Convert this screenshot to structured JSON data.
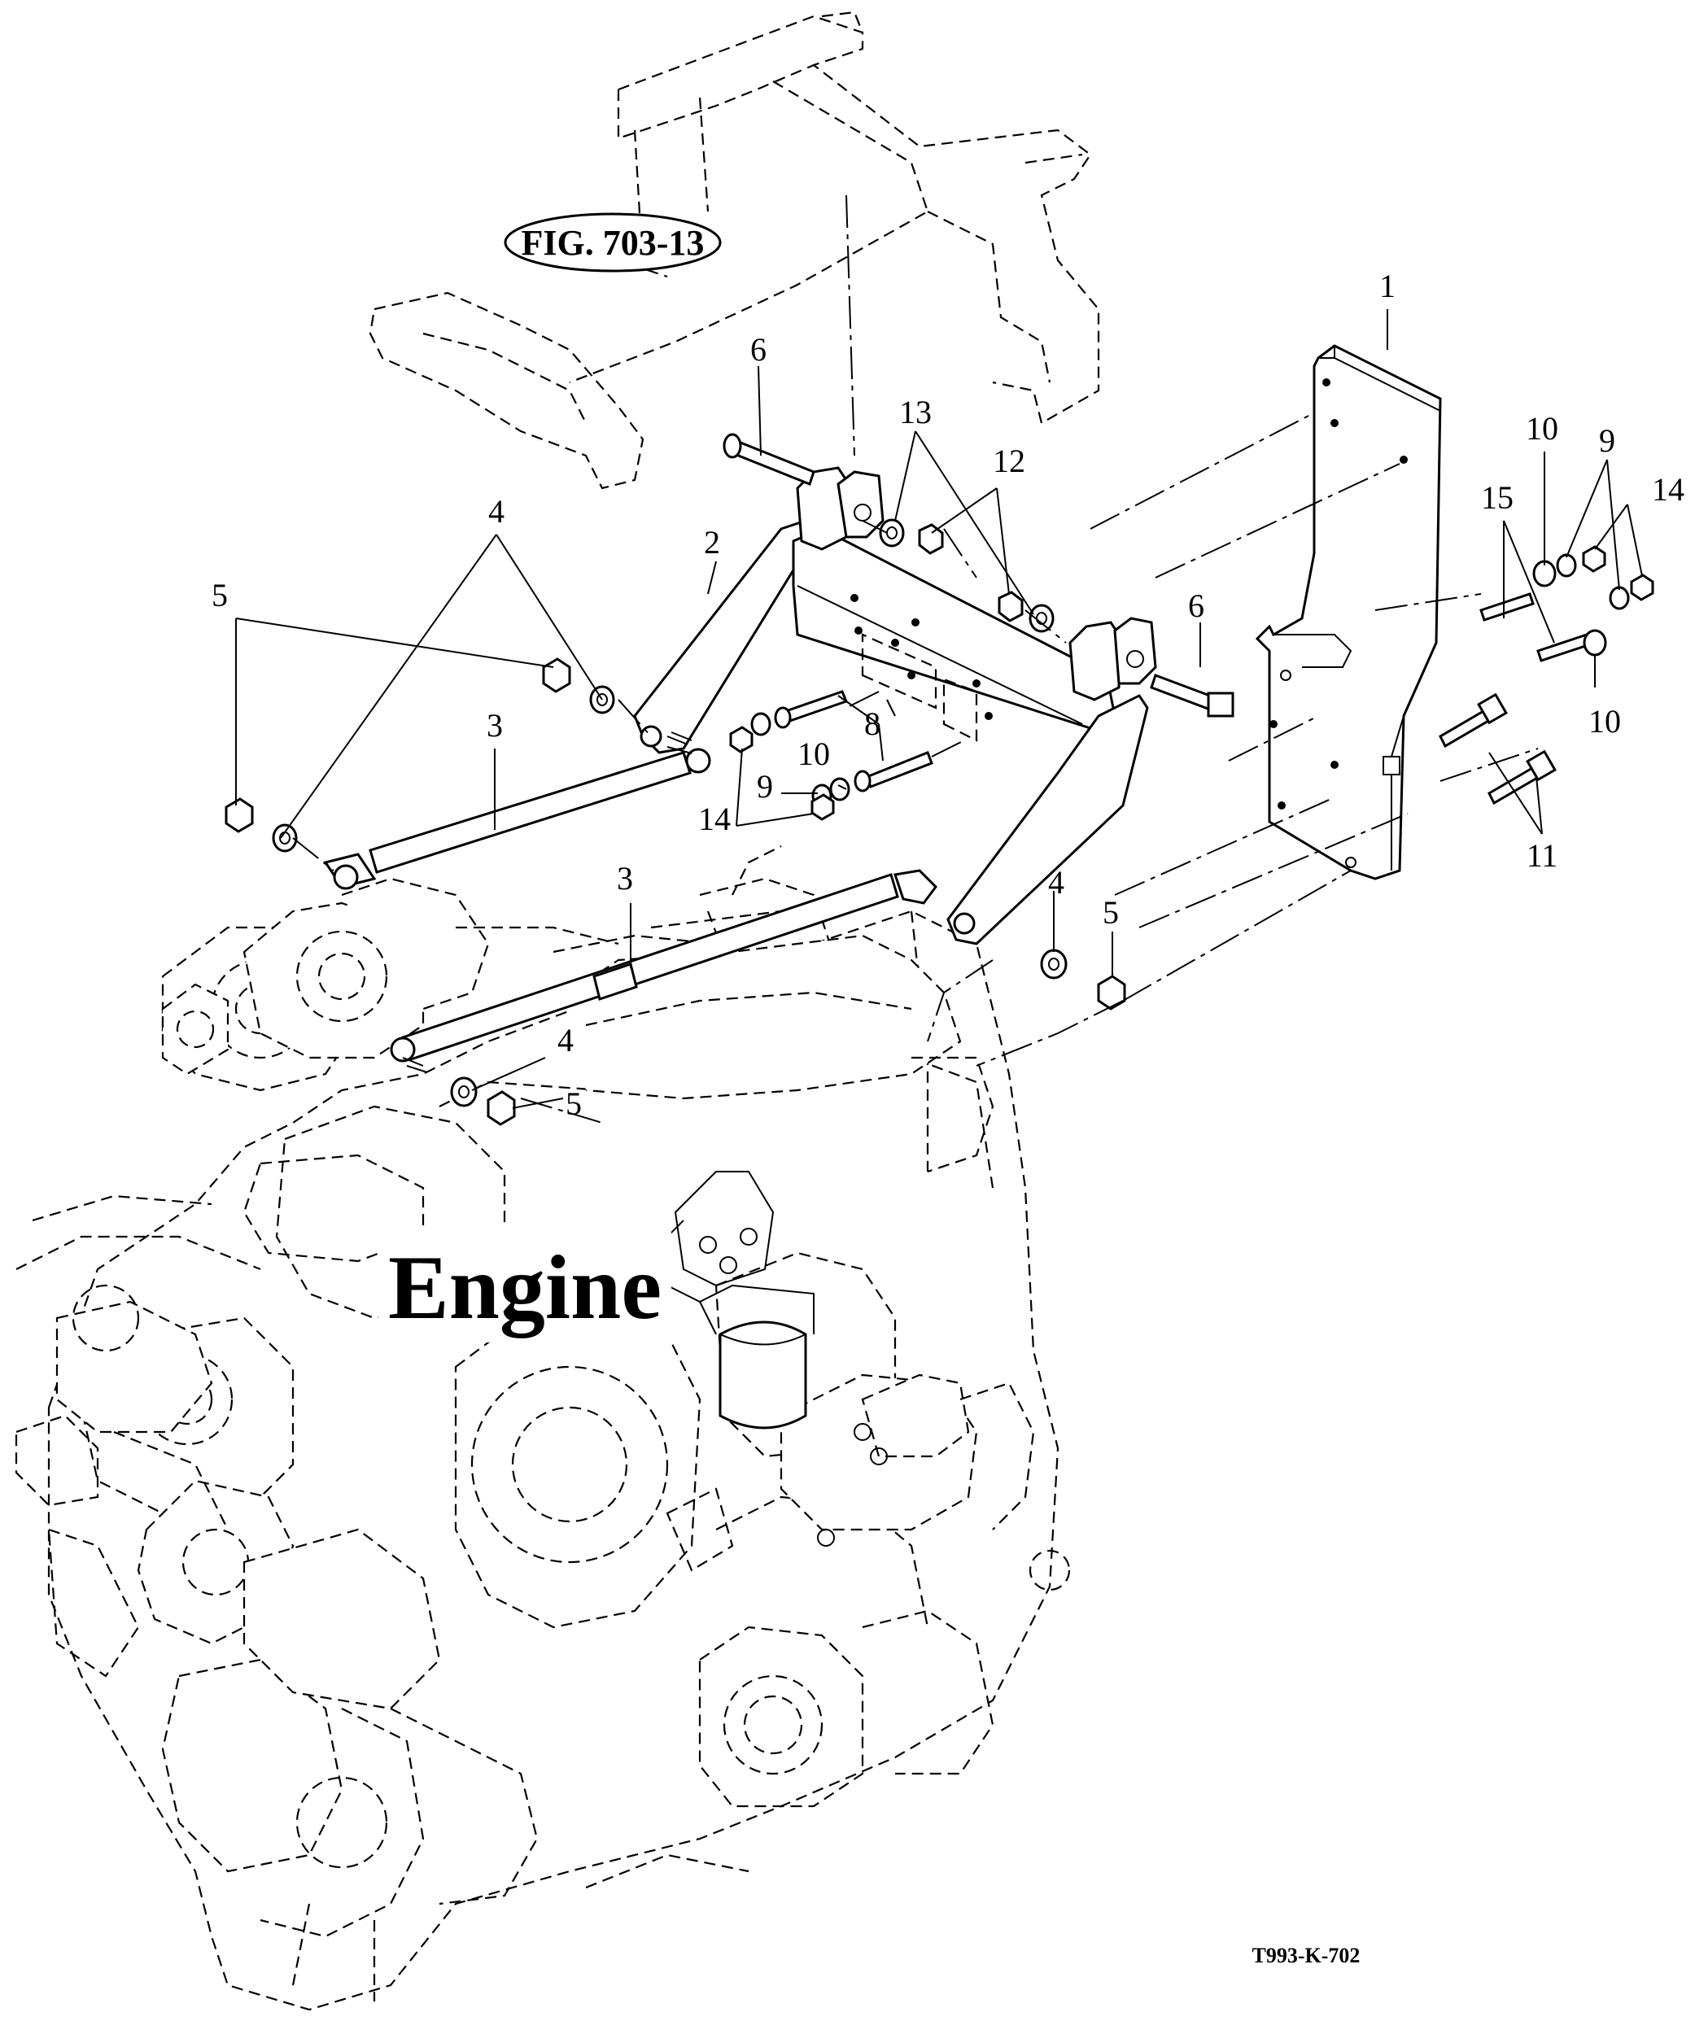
{
  "figure_reference": "FIG. 703-13",
  "main_label": "Engine",
  "drawing_id": "T993-K-702",
  "callouts": {
    "c1": "1",
    "c2": "2",
    "c3a": "3",
    "c3b": "3",
    "c4a": "4",
    "c4b": "4",
    "c4c": "4",
    "c5a": "5",
    "c5b": "5",
    "c5c": "5",
    "c6a": "6",
    "c6b": "6",
    "c8": "8",
    "c9a": "9",
    "c9b": "9",
    "c10a": "10",
    "c10b": "10",
    "c10c": "10",
    "c11": "11",
    "c12": "12",
    "c13": "13",
    "c14a": "14",
    "c14b": "14",
    "c15": "15"
  }
}
